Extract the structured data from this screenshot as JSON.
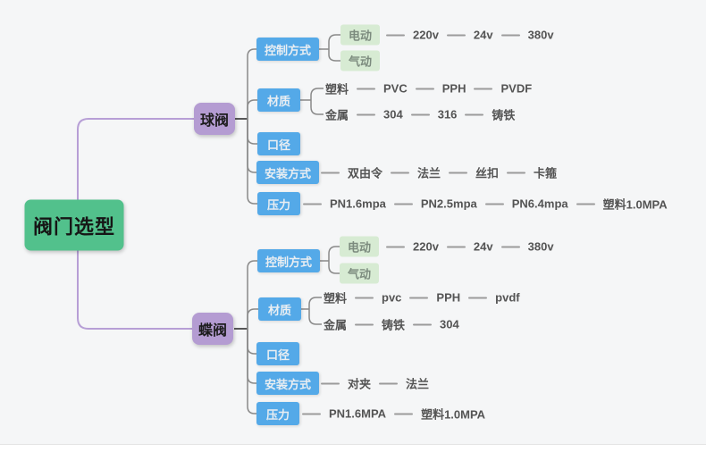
{
  "root": {
    "label": "阀门选型"
  },
  "palette": {
    "background": "#f5f6f7",
    "root_green": "#52c18c",
    "branch_purple": "#b49cd2",
    "topic_blue": "#54a9e8",
    "sub_green": "#d7ebd3",
    "line_purple": "#b79fd6",
    "line_gray": "#898989",
    "leaf_text": "#545454"
  },
  "branches": {
    "ball": {
      "label": "球阀",
      "control": {
        "label": "控制方式",
        "electric": "电动",
        "pneumatic": "气动",
        "voltages": [
          "220v",
          "24v",
          "380v"
        ]
      },
      "material": {
        "label": "材质",
        "plastic": {
          "label": "塑料",
          "chain": [
            "PVC",
            "PPH",
            "PVDF"
          ]
        },
        "metal": {
          "label": "金属",
          "chain": [
            "304",
            "316",
            "铸铁"
          ]
        }
      },
      "diameter": {
        "label": "口径"
      },
      "install": {
        "label": "安装方式",
        "chain": [
          "双由令",
          "法兰",
          "丝扣",
          "卡箍"
        ]
      },
      "pressure": {
        "label": "压力",
        "chain": [
          "PN1.6mpa",
          "PN2.5mpa",
          "PN6.4mpa",
          "塑料1.0MPA"
        ]
      }
    },
    "butterfly": {
      "label": "蝶阀",
      "control": {
        "label": "控制方式",
        "electric": "电动",
        "pneumatic": "气动",
        "voltages": [
          "220v",
          "24v",
          "380v"
        ]
      },
      "material": {
        "label": "材质",
        "plastic": {
          "label": "塑料",
          "chain": [
            "pvc",
            "PPH",
            "pvdf"
          ]
        },
        "metal": {
          "label": "金属",
          "chain": [
            "铸铁",
            "304"
          ]
        }
      },
      "diameter": {
        "label": "口径"
      },
      "install": {
        "label": "安装方式",
        "chain": [
          "对夹",
          "法兰"
        ]
      },
      "pressure": {
        "label": "压力",
        "chain": [
          "PN1.6MPA",
          "塑料1.0MPA"
        ]
      }
    }
  }
}
